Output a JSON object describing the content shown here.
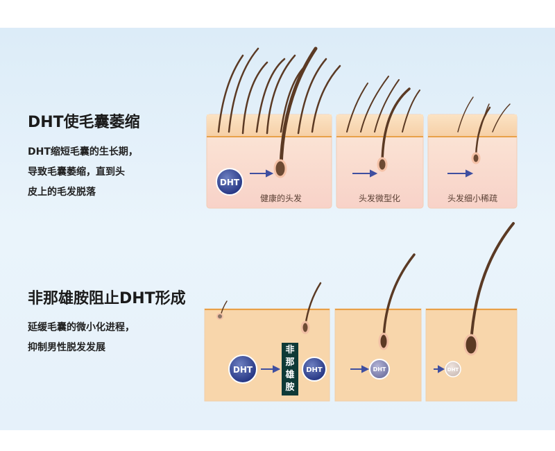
{
  "section1": {
    "title": "DHT使毛囊萎缩",
    "body": [
      "DHT缩短毛囊的生长期，",
      "导致毛囊萎缩，直到头",
      "皮上的毛发脱落"
    ],
    "stages": [
      "健康的头发",
      "头发微型化",
      "头发细小稀疏"
    ]
  },
  "section2": {
    "title": "非那雄胺阻止DHT形成",
    "body": [
      "延缓毛囊的微小化进程，",
      "抑制男性脱发发展"
    ],
    "blocker": [
      "非",
      "那",
      "雄",
      "胺"
    ]
  },
  "dht_label": "DHT"
}
